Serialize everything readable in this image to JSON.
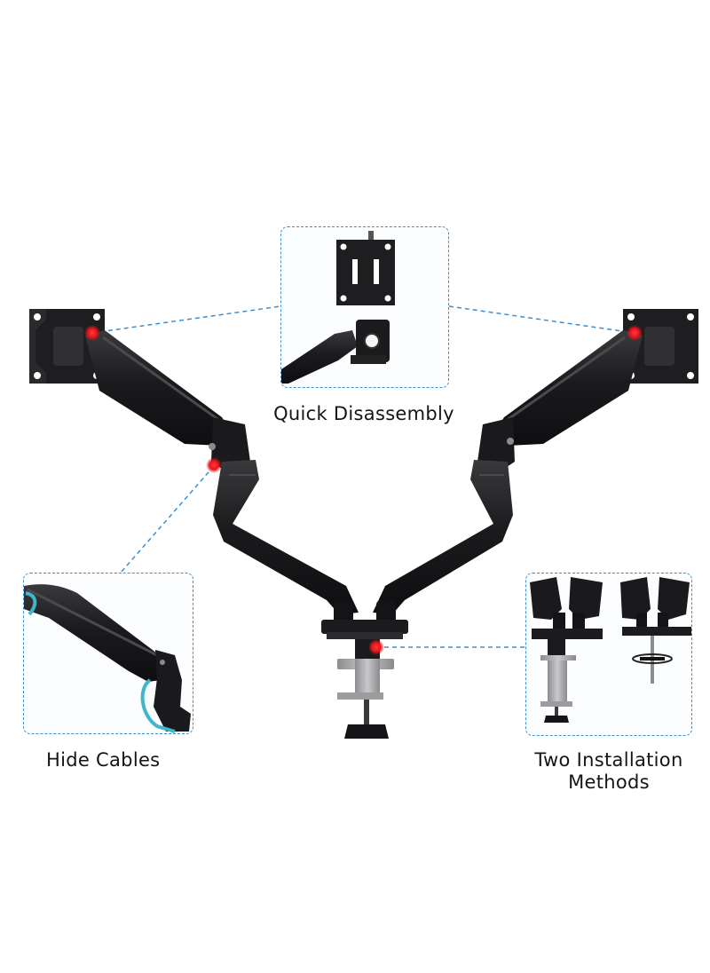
{
  "callouts": {
    "quick_disassembly": {
      "label": "Quick Disassembly"
    },
    "hide_cables": {
      "label": "Hide Cables"
    },
    "two_installation_methods": {
      "line1": "Two Installation",
      "line2": "Methods"
    }
  },
  "colors": {
    "arm": "#1b1b1d",
    "arm_highlight": "#3a3a3d",
    "marker": "#e8141c",
    "dashed_line": "#3b8fd0",
    "clamp_metal": "#a9a9ab",
    "cable": "#3fb6c9"
  }
}
